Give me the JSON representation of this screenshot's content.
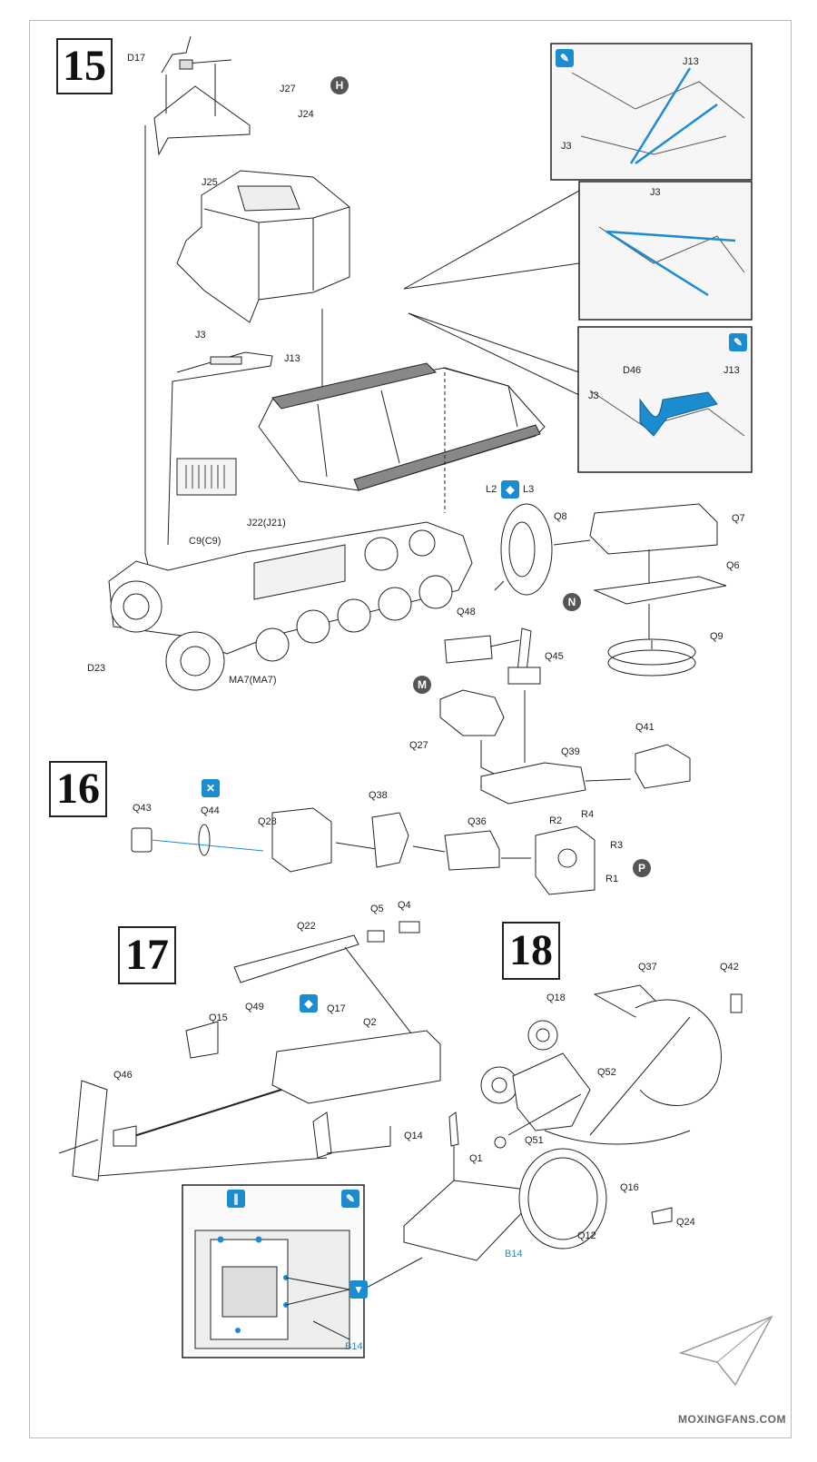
{
  "steps": [
    "15",
    "16",
    "17",
    "18"
  ],
  "markers": {
    "H": "H",
    "N": "N",
    "M": "M",
    "P": "P"
  },
  "step15": {
    "labels": {
      "D17": "D17",
      "J27": "J27",
      "J24": "J24",
      "J25": "J25",
      "J3": "J3",
      "J13": "J13",
      "J22": "J22(J21)",
      "C9": "C9(C9)",
      "D23": "D23",
      "MA7": "MA7(MA7)",
      "L2": "L2",
      "L3": "L3",
      "Q8": "Q8",
      "Q7": "Q7",
      "Q6": "Q6",
      "Q9": "Q9",
      "Q48": "Q48",
      "Q45": "Q45",
      "Q27": "Q27",
      "Q39": "Q39",
      "Q41": "Q41"
    },
    "inset1": {
      "J13": "J13",
      "J3": "J3"
    },
    "inset2": {
      "J3": "J3"
    },
    "inset3": {
      "D46": "D46",
      "J13": "J13",
      "J3": "J3"
    }
  },
  "step16": {
    "labels": {
      "Q43": "Q43",
      "Q44": "Q44",
      "Q28": "Q28",
      "Q38": "Q38",
      "Q36": "Q36",
      "R2": "R2",
      "R4": "R4",
      "R3": "R3",
      "R1": "R1"
    }
  },
  "step17": {
    "labels": {
      "Q22": "Q22",
      "Q5": "Q5",
      "Q4": "Q4",
      "Q49": "Q49",
      "Q17": "Q17",
      "Q15": "Q15",
      "Q2": "Q2",
      "Q46": "Q46",
      "Q14": "Q14"
    },
    "inset": {
      "B14": "B14"
    }
  },
  "step18": {
    "labels": {
      "Q37": "Q37",
      "Q42": "Q42",
      "Q18": "Q18",
      "Q52": "Q52",
      "Q51": "Q51",
      "Q1": "Q1",
      "Q16": "Q16",
      "Q12": "Q12",
      "Q24": "Q24",
      "B14": "B14"
    }
  },
  "watermark": "MOXINGFANS.COM",
  "colors": {
    "accent": "#1a8ccf",
    "line": "#222222"
  }
}
